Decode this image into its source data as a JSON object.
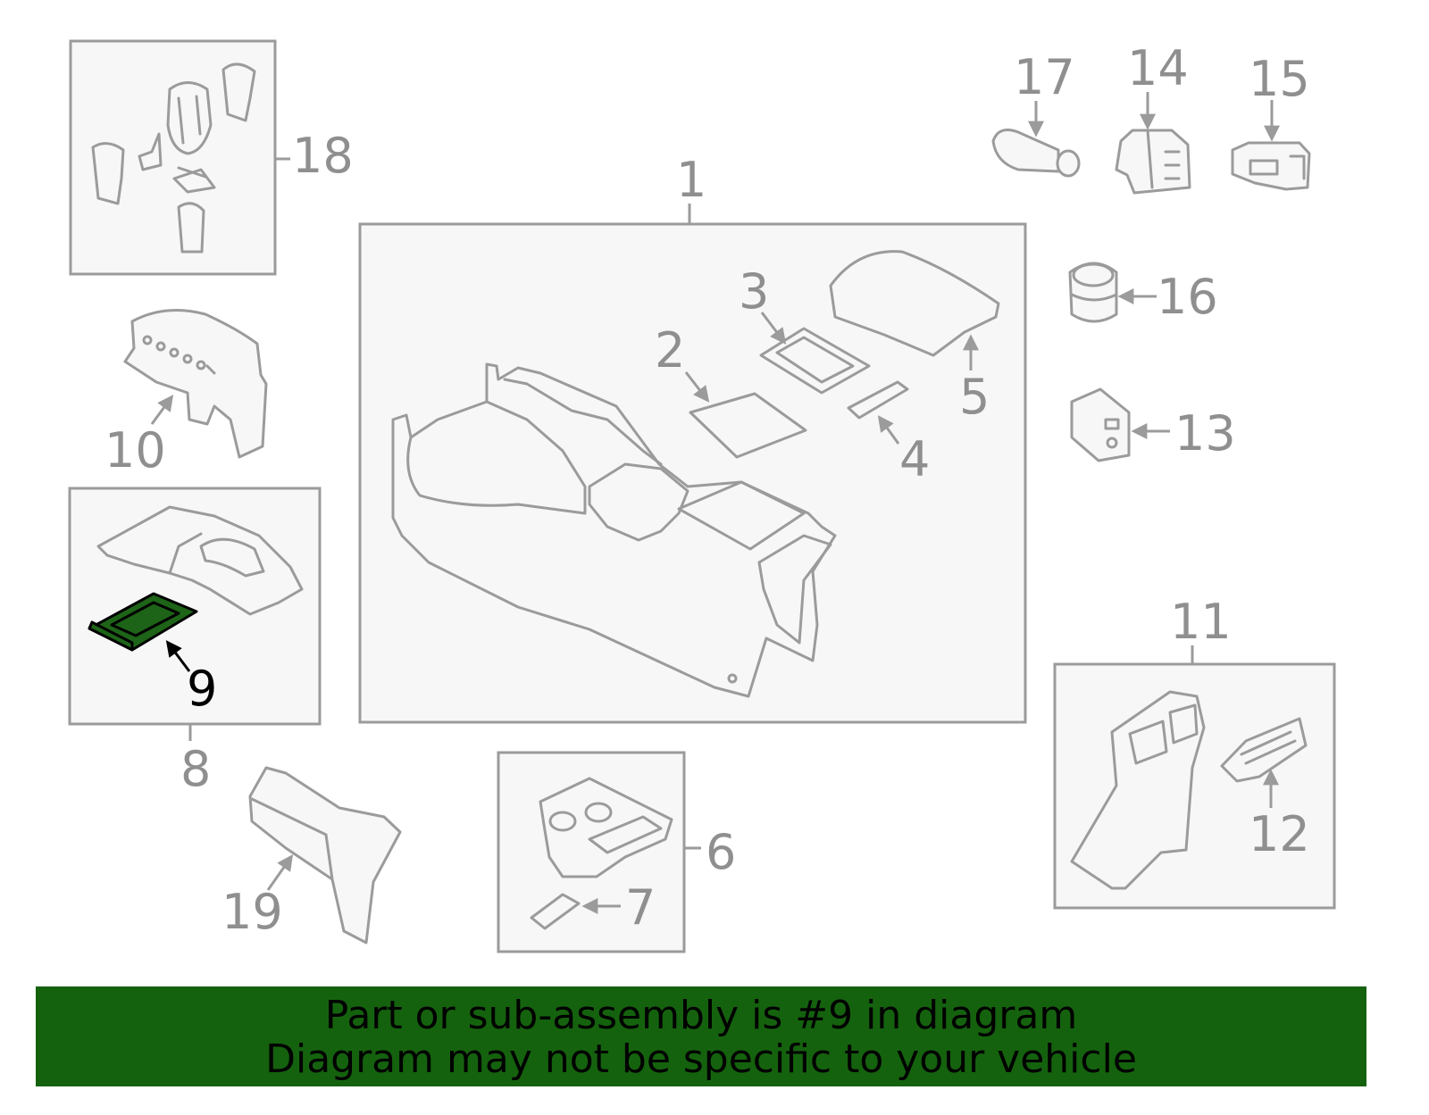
{
  "diagram": {
    "highlight_color": "#1e6418",
    "line_color": "#9b9b9b",
    "callouts": [
      "1",
      "2",
      "3",
      "4",
      "5",
      "6",
      "7",
      "8",
      "9",
      "10",
      "11",
      "12",
      "13",
      "14",
      "15",
      "16",
      "17",
      "18",
      "19"
    ],
    "highlighted_part": "9"
  },
  "banner": {
    "line1": "Part or sub-assembly is #9 in diagram",
    "line2": "Diagram may not be specific to your vehicle",
    "background": "#15620e"
  }
}
